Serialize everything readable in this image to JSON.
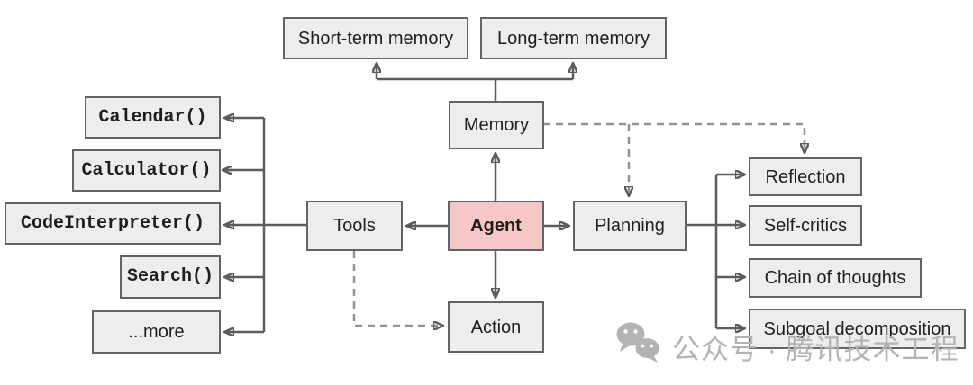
{
  "nodes": {
    "short_term": {
      "label": "Short-term memory"
    },
    "long_term": {
      "label": "Long-term memory"
    },
    "memory": {
      "label": "Memory"
    },
    "agent": {
      "label": "Agent"
    },
    "tools": {
      "label": "Tools"
    },
    "planning": {
      "label": "Planning"
    },
    "action": {
      "label": "Action"
    },
    "calendar": {
      "label": "Calendar()"
    },
    "calculator": {
      "label": "Calculator()"
    },
    "code_interpreter": {
      "label": "CodeInterpreter()"
    },
    "search": {
      "label": "Search()"
    },
    "more": {
      "label": "...more"
    },
    "reflection": {
      "label": "Reflection"
    },
    "self_critics": {
      "label": "Self-critics"
    },
    "chain_of_thoughts": {
      "label": "Chain of thoughts"
    },
    "subgoal_decomposition": {
      "label": "Subgoal decomposition"
    }
  },
  "edges": [
    {
      "from": "memory",
      "to": "short_term",
      "style": "solid-arrow"
    },
    {
      "from": "memory",
      "to": "long_term",
      "style": "solid-arrow"
    },
    {
      "from": "agent",
      "to": "memory",
      "style": "solid-arrow"
    },
    {
      "from": "agent",
      "to": "tools",
      "style": "solid-arrow"
    },
    {
      "from": "agent",
      "to": "planning",
      "style": "solid-arrow"
    },
    {
      "from": "agent",
      "to": "action",
      "style": "solid-arrow"
    },
    {
      "from": "tools",
      "to": "calendar",
      "style": "solid-arrow"
    },
    {
      "from": "tools",
      "to": "calculator",
      "style": "solid-arrow"
    },
    {
      "from": "tools",
      "to": "code_interpreter",
      "style": "solid-arrow"
    },
    {
      "from": "tools",
      "to": "search",
      "style": "solid-arrow"
    },
    {
      "from": "tools",
      "to": "more",
      "style": "solid-arrow"
    },
    {
      "from": "planning",
      "to": "reflection",
      "style": "solid-arrow"
    },
    {
      "from": "planning",
      "to": "self_critics",
      "style": "solid-arrow"
    },
    {
      "from": "planning",
      "to": "chain_of_thoughts",
      "style": "solid-arrow"
    },
    {
      "from": "planning",
      "to": "subgoal_decomposition",
      "style": "solid-arrow"
    },
    {
      "from": "memory",
      "to": "planning",
      "style": "dashed-arrow"
    },
    {
      "from": "memory",
      "to": "reflection",
      "style": "dashed-arrow"
    },
    {
      "from": "tools",
      "to": "action",
      "style": "dashed-arrow"
    }
  ],
  "watermark": {
    "icon": "wechat-icon",
    "text": "公众号 · 腾讯技术工程"
  },
  "colors": {
    "background": "#ffffff",
    "node_fill": "#ededee",
    "node_border": "#616569",
    "agent_fill": "#f6c7c7",
    "arrow": "#595c60",
    "dashed_arrow": "#8f9398",
    "watermark": "#b3b3b3",
    "text": "#1e1e1e"
  }
}
